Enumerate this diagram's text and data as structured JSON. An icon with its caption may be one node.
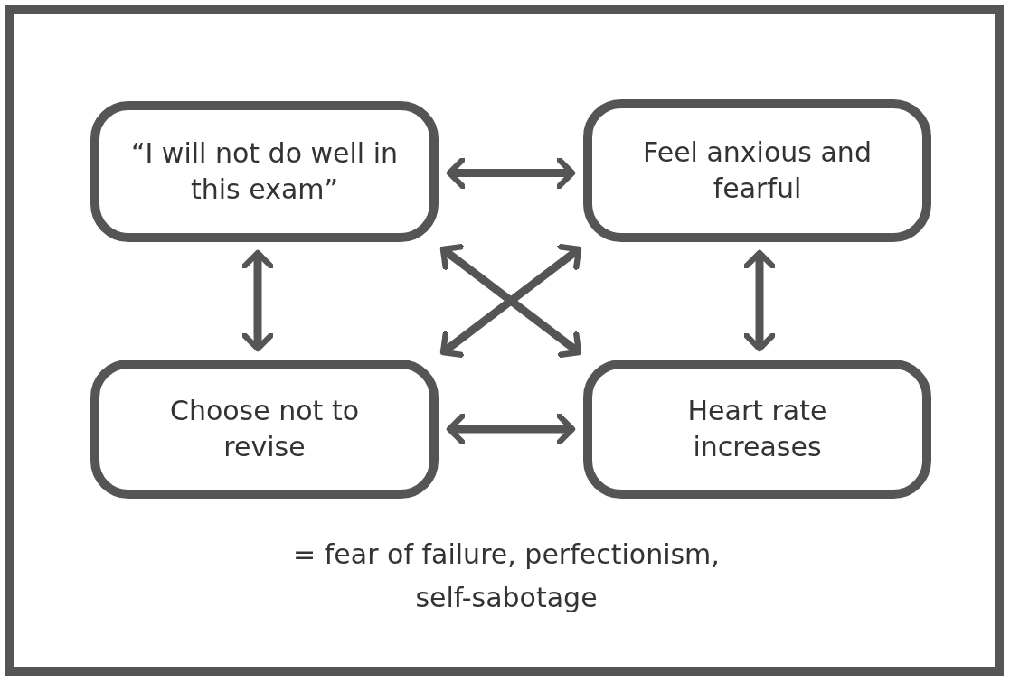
{
  "diagram": {
    "nodes": [
      {
        "text": [
          "“I will not do well in this exam”"
        ]
      },
      {
        "text": [
          "Feel anxious and fearful"
        ]
      },
      {
        "text": [
          "Choose not to revise"
        ]
      },
      {
        "text": [
          "Heart rate increases"
        ]
      }
    ],
    "edges": [
      {
        "from": 0,
        "to": 1,
        "arrow": "both"
      },
      {
        "from": 0,
        "to": 2,
        "arrow": "both"
      },
      {
        "from": 1,
        "to": 3,
        "arrow": "both"
      },
      {
        "from": 0,
        "to": 3,
        "arrow": "both"
      },
      {
        "from": 1,
        "to": 2,
        "arrow": "both"
      },
      {
        "from": 2,
        "to": 3,
        "arrow": "both"
      }
    ],
    "labels": [
      "= fear of failure, perfectionism, self-sabotage"
    ]
  }
}
